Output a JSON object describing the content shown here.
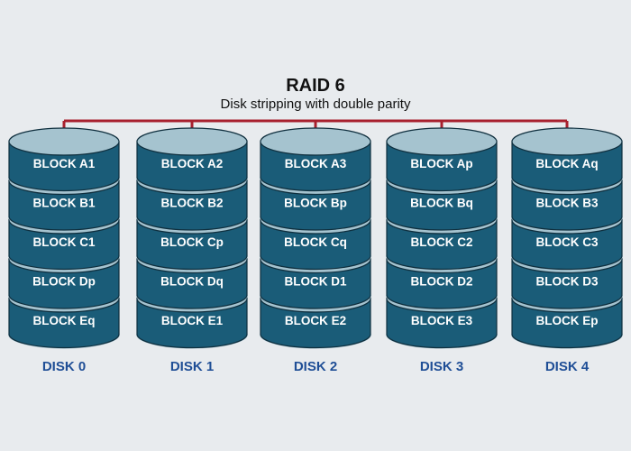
{
  "title": "RAID 6",
  "subtitle": "Disk stripping with double parity",
  "colors": {
    "background": "#e8ebee",
    "connector": "#a8202e",
    "disk_body": "#1a5c78",
    "disk_top": "#a5c3cf",
    "block_text": "#ffffff",
    "disk_label": "#1f4e96"
  },
  "disks": [
    {
      "label": "DISK 0",
      "blocks": [
        "BLOCK A1",
        "BLOCK B1",
        "BLOCK C1",
        "BLOCK Dp",
        "BLOCK Eq"
      ]
    },
    {
      "label": "DISK 1",
      "blocks": [
        "BLOCK A2",
        "BLOCK B2",
        "BLOCK Cp",
        "BLOCK Dq",
        "BLOCK E1"
      ]
    },
    {
      "label": "DISK 2",
      "blocks": [
        "BLOCK A3",
        "BLOCK Bp",
        "BLOCK Cq",
        "BLOCK D1",
        "BLOCK E2"
      ]
    },
    {
      "label": "DISK 3",
      "blocks": [
        "BLOCK Ap",
        "BLOCK Bq",
        "BLOCK C2",
        "BLOCK D2",
        "BLOCK E3"
      ]
    },
    {
      "label": "DISK 4",
      "blocks": [
        "BLOCK Aq",
        "BLOCK B3",
        "BLOCK C3",
        "BLOCK D3",
        "BLOCK Ep"
      ]
    }
  ]
}
